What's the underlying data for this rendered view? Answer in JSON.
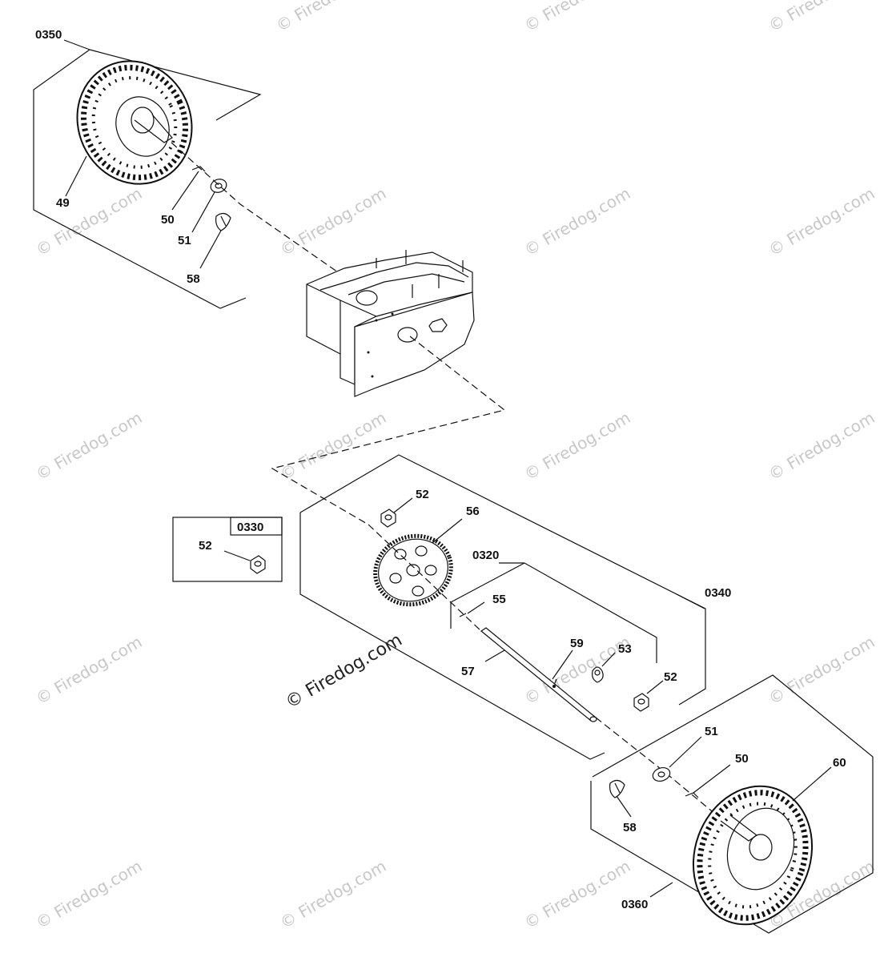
{
  "callouts": {
    "group_0350": "0350",
    "group_0330": "0330",
    "group_0320": "0320",
    "group_0340": "0340",
    "group_0360": "0360",
    "tl_49": "49",
    "tl_50": "50",
    "tl_51": "51",
    "tl_58": "58",
    "m_52_top": "52",
    "m_56": "56",
    "box_52": "52",
    "m_55": "55",
    "m_59": "59",
    "m_53": "53",
    "m_57": "57",
    "m_52_bottom": "52",
    "br_51": "51",
    "br_50": "50",
    "br_60": "60",
    "br_58": "58"
  },
  "watermark": {
    "small_text": "© Firedog.com",
    "center_text": "© Firedog.com"
  }
}
